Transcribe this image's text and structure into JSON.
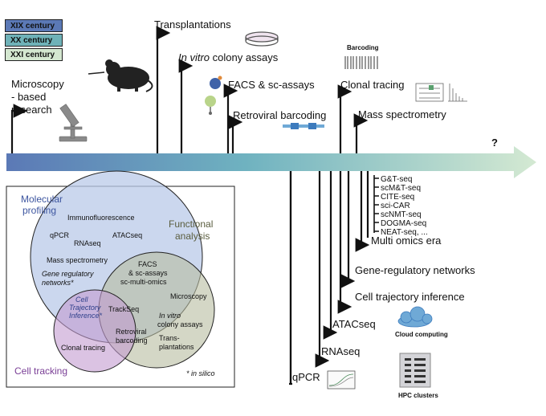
{
  "legend": [
    {
      "label": "XIX century",
      "color": "#5b79b6"
    },
    {
      "label": "XX  century",
      "color": "#6fb2b8"
    },
    {
      "label": "XXI century",
      "color": "#d4e7d0"
    }
  ],
  "timeline": {
    "question": "?",
    "top_events": [
      {
        "label": "Microscopy",
        "label2": "- based",
        "label3": "research"
      },
      {
        "label": "Transplantations"
      },
      {
        "label": "In vitro",
        "label_rest": " colony assays"
      },
      {
        "label": "FACS & sc-assays"
      },
      {
        "label": "Retroviral barcoding"
      },
      {
        "label": "Clonal tracing"
      },
      {
        "label": "Mass spectrometry"
      }
    ],
    "barcoding_label": "Barcoding",
    "bottom_events": {
      "qpcr": "qPCR",
      "rnaseq": "RNAseq",
      "atacseq": "ATACseq",
      "cell_trajectory": "Cell trajectory inference",
      "gene_networks": "Gene-regulatory networks",
      "multi_omics": "Multi omics era",
      "multi_omics_list": [
        "G&T-seq",
        "scM&T-seq",
        "CITE-seq",
        "sci-CAR",
        "scNMT-seq",
        "DOGMA-seq",
        "NEAT-seq, ..."
      ],
      "cloud": "Cloud computing",
      "hpc": "HPC clusters"
    }
  },
  "venn": {
    "molecular": "Molecular",
    "profiling": "profiling",
    "functional": "Functional",
    "analysis": "analysis",
    "cell_tracking": "Cell tracking",
    "immunofluorescence": "Immunofluorescence",
    "qpcr": "qPCR",
    "rnaseq": "RNAseq",
    "atacseq": "ATACseq",
    "mass_spec": "Mass spectrometry",
    "grn1": "Gene regulatory",
    "grn2": "networks*",
    "facs1": "FACS",
    "facs2": "& sc-assays",
    "facs3": "sc-multi-omics",
    "cti1": "Cell",
    "cti2": "Trajectory",
    "cti3": "Inference*",
    "trackseq": "TrackSeq",
    "microscopy": "Microscopy",
    "invitro1": "In vitro",
    "invitro2": "colony assays",
    "retro1": "Retroviral",
    "retro2": "barcoding",
    "trans1": "Trans-",
    "trans2": "plantations",
    "clonal": "Clonal tracing",
    "in_silico": "* in silico"
  }
}
